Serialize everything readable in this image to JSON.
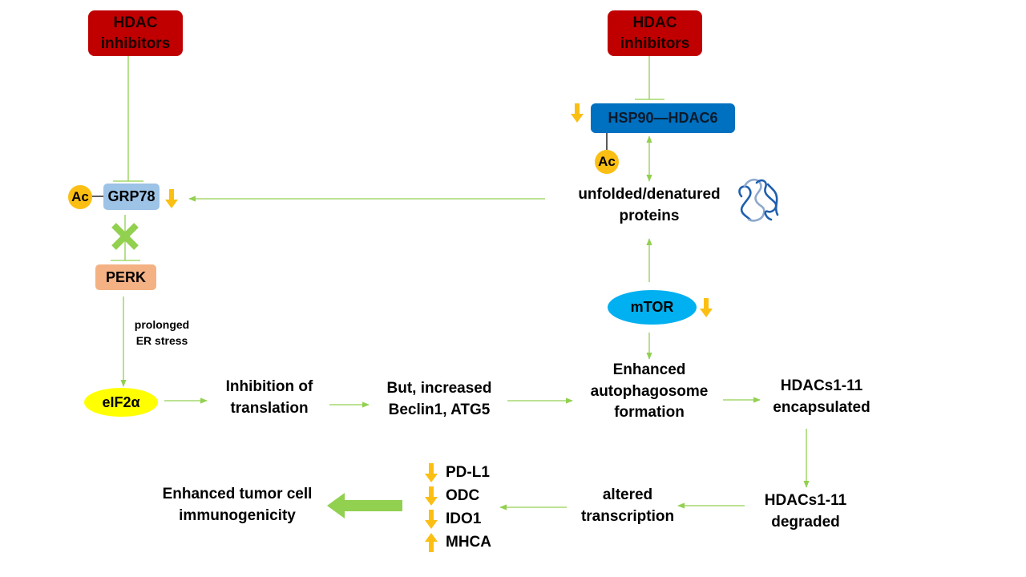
{
  "colors": {
    "hdac_red": "#c00000",
    "hsp_blue": "#0070c0",
    "grp_blue": "#9dc3e6",
    "perk_orange": "#f4b183",
    "mtor_cyan": "#00b0f0",
    "eif_yellow": "#ffff00",
    "ac_yellow": "#fbbf14",
    "arrow_orange": "#fbbf14",
    "edge_green": "#92d050"
  },
  "nodes": {
    "hdac_inhibitors_left": "HDAC inhibitors",
    "hdac_inhibitors_right": "HDAC inhibitors",
    "hsp90_hdac6": "HSP90—HDAC6",
    "ac_hsp": "Ac",
    "ac_grp": "Ac",
    "grp78": "GRP78",
    "perk": "PERK",
    "unfolded_proteins": "unfolded/denatured proteins",
    "mtor": "mTOR",
    "prolonged_er_stress": "prolonged ER stress",
    "eif2a": "eIF2α",
    "inhibition_translation": "Inhibition of translation",
    "beclin_atg5": "But, increased Beclin1, ATG5",
    "autophagosome": "Enhanced autophagosome formation",
    "hdacs_encapsulated": "HDACs1-11 encapsulated",
    "hdacs_degraded": "HDACs1-11 degraded",
    "altered_transcription": "altered transcription",
    "immunogenicity": "Enhanced tumor cell immunogenicity"
  },
  "markers": [
    {
      "label": "PD-L1",
      "direction": "down"
    },
    {
      "label": "ODC",
      "direction": "down"
    },
    {
      "label": "IDO1",
      "direction": "down"
    },
    {
      "label": "MHCA",
      "direction": "up"
    }
  ],
  "icons": {
    "protein": "unfolded-protein-icon",
    "block": "x-mark-icon"
  }
}
